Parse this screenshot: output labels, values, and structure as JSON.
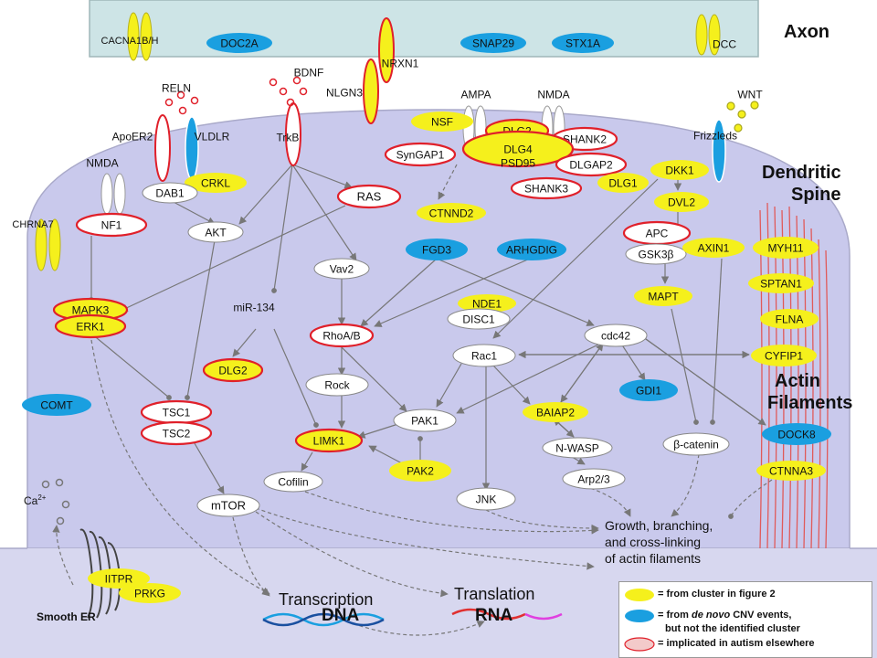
{
  "colors": {
    "yellow": "#f5f01c",
    "blue": "#1a9fe0",
    "red_outline": "#e0202a",
    "cell_fill": "#c9c9ec",
    "axon_fill": "#cde4e6",
    "actin": "#e05a5a"
  },
  "regions": {
    "axon": "Axon",
    "dendritic_spine": [
      "Dendritic",
      "Spine"
    ],
    "actin_filaments": [
      "Actin",
      "Filaments"
    ]
  },
  "nodes": {
    "CACNA1B_H": "CACNA1B/H",
    "DOC2A": "DOC2A",
    "NRXN1": "NRXN1",
    "NLGN3": "NLGN3",
    "SNAP29": "SNAP29",
    "STX1A": "STX1A",
    "DCC": "DCC",
    "BDNF": "BDNF",
    "RELN": "RELN",
    "ApoER2": "ApoER2",
    "VLDLR": "VLDLR",
    "TrkB": "TrkB",
    "AMPA": "AMPA",
    "NMDA_top": "NMDA",
    "NSF": "NSF",
    "DLG2_a": "DLG2",
    "SHANK2": "SHANK2",
    "SynGAP1": "SynGAP1",
    "DLG4": "DLG4",
    "PSD95": "PSD95",
    "DLGAP2": "DLGAP2",
    "SHANK3": "SHANK3",
    "DLG1": "DLG1",
    "WNT": "WNT",
    "Frizzleds": "Frizzleds",
    "NMDA_left": "NMDA",
    "CRKL": "CRKL",
    "DAB1": "DAB1",
    "NF1": "NF1",
    "CHRNA7": "CHRNA7",
    "AKT": "AKT",
    "RAS": "RAS",
    "CTNND2": "CTNND2",
    "DKK1": "DKK1",
    "DVL2": "DVL2",
    "APC": "APC",
    "GSK3B": "GSK3β",
    "AXIN1": "AXIN1",
    "MYH11": "MYH11",
    "SPTAN1": "SPTAN1",
    "FLNA": "FLNA",
    "CYFIP1": "CYFIP1",
    "DOCK8": "DOCK8",
    "CTNNA3": "CTNNA3",
    "FGD3": "FGD3",
    "ARHGDIG": "ARHGDIG",
    "Vav2": "Vav2",
    "miR134": "miR-134",
    "MAPK3": "MAPK3",
    "ERK1": "ERK1",
    "DLG2_b": "DLG2",
    "NDE1": "NDE1",
    "DISC1": "DISC1",
    "RhoAB": "RhoA/B",
    "MAPT": "MAPT",
    "cdc42": "cdc42",
    "Rac1": "Rac1",
    "COMT": "COMT",
    "TSC1": "TSC1",
    "TSC2": "TSC2",
    "Rock": "Rock",
    "GDI1": "GDI1",
    "BAIAP2": "BAIAP2",
    "PAK1": "PAK1",
    "LIMK1": "LIMK1",
    "PAK2": "PAK2",
    "NWASP": "N-WASP",
    "beta_catenin": "β-catenin",
    "Cofilin": "Cofilin",
    "Arp23": "Arp2/3",
    "mTOR": "mTOR",
    "JNK": "JNK",
    "IITPR": "IITPR",
    "PRKG": "PRKG"
  },
  "text": {
    "ca": "Ca",
    "ca_sup": "2+",
    "smooth_er": "Smooth ER",
    "growth": [
      "Growth, branching,",
      "and cross-linking",
      "of actin filaments"
    ],
    "transcription": "Transcription",
    "dna": "DNA",
    "translation": "Translation",
    "rna": "RNA"
  },
  "legend": {
    "yellow": "= from cluster in figure 2",
    "blue_1": "= from",
    "blue_em": "de novo",
    "blue_2": "CNV events,",
    "blue_3": "but not the identified cluster",
    "red": "= implicated in autism elsewhere"
  }
}
